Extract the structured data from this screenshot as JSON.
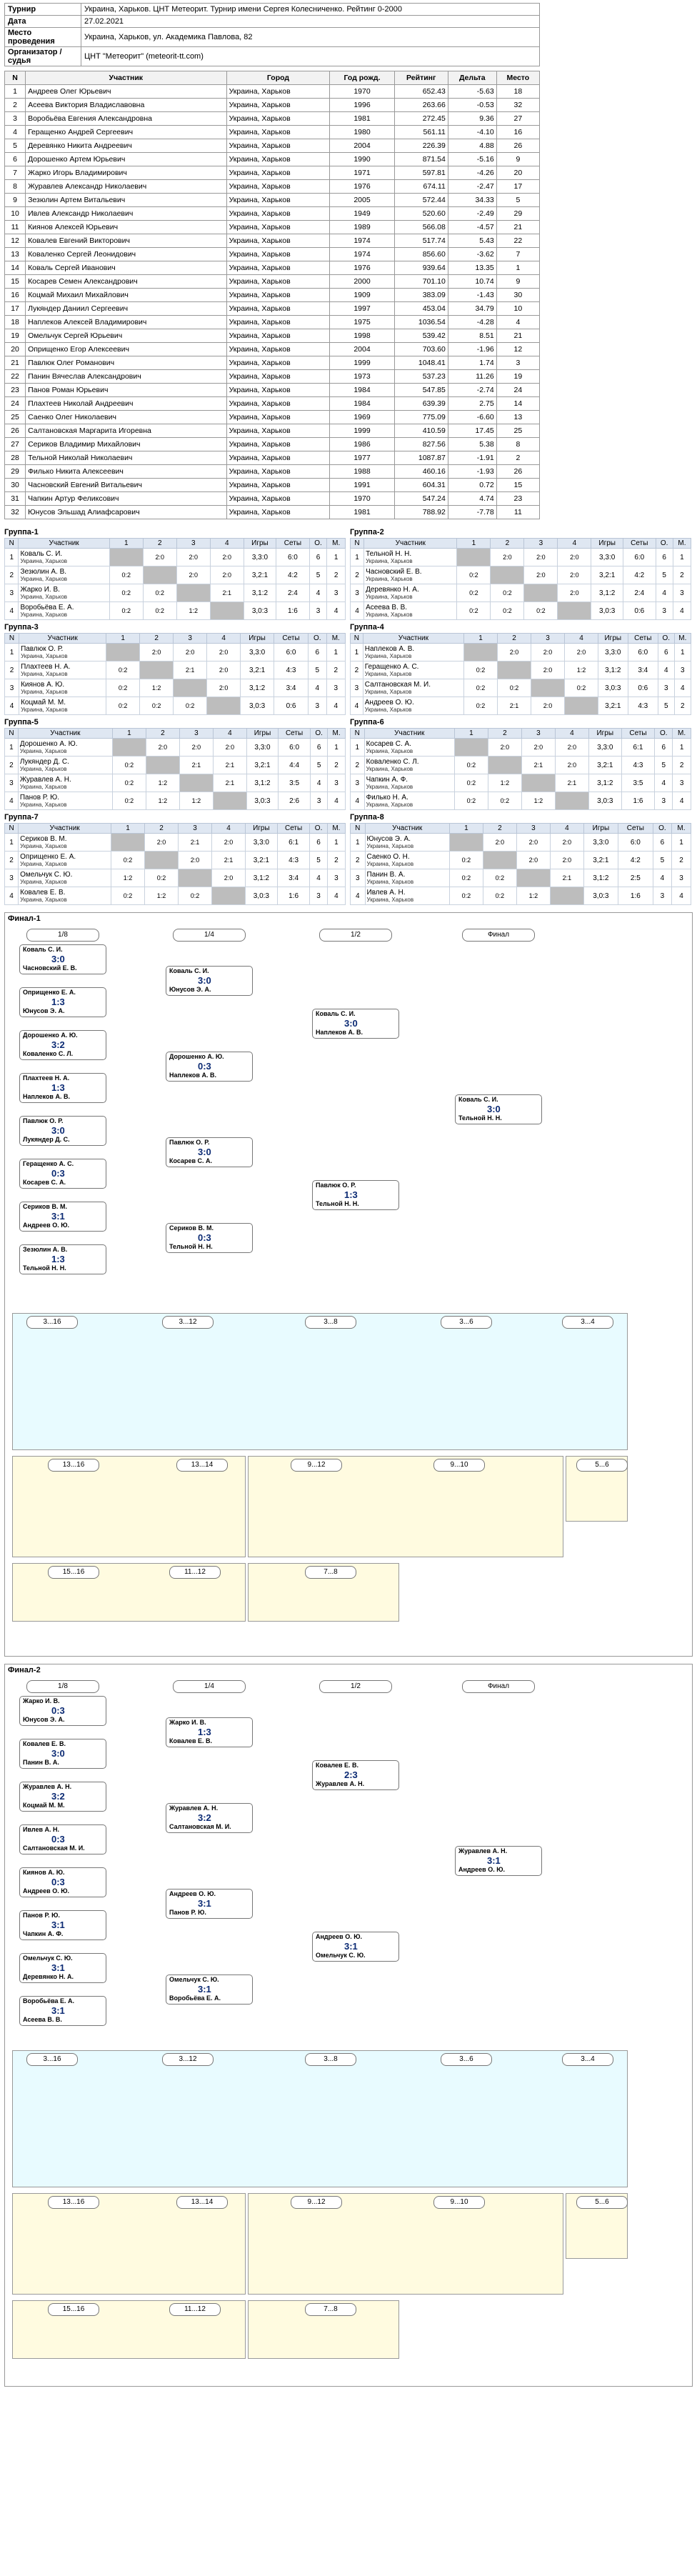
{
  "info": [
    {
      "k": "Турнир",
      "v": "Украина, Харьков. ЦНТ Метеорит. Турнир имени Сергея Колесниченко. Рейтинг 0-2000"
    },
    {
      "k": "Дата",
      "v": "27.02.2021"
    },
    {
      "k": "Место проведения",
      "v": "Украина, Харьков, ул. Академика Павлова, 82"
    },
    {
      "k": "Организатор / судья",
      "v": "ЦНТ \"Метеорит\" (meteorit-tt.com)"
    }
  ],
  "participants_headers": [
    "N",
    "Участник",
    "Город",
    "Год рожд.",
    "Рейтинг",
    "Дельта",
    "Место"
  ],
  "participants": [
    [
      "1",
      "Андреев Олег Юрьевич",
      "Украина, Харьков",
      "1970",
      "652.43",
      "-5.63",
      "18"
    ],
    [
      "2",
      "Асеева Виктория Владиславовна",
      "Украина, Харьков",
      "1996",
      "263.66",
      "-0.53",
      "32"
    ],
    [
      "3",
      "Воробьёва Евгения Александровна",
      "Украина, Харьков",
      "1981",
      "272.45",
      "9.36",
      "27"
    ],
    [
      "4",
      "Геращенко Андрей Сергеевич",
      "Украина, Харьков",
      "1980",
      "561.11",
      "-4.10",
      "16"
    ],
    [
      "5",
      "Деревянко Никита Андреевич",
      "Украина, Харьков",
      "2004",
      "226.39",
      "4.88",
      "26"
    ],
    [
      "6",
      "Дорошенко Артем Юрьевич",
      "Украина, Харьков",
      "1990",
      "871.54",
      "-5.16",
      "9"
    ],
    [
      "7",
      "Жарко Игорь Владимирович",
      "Украина, Харьков",
      "1971",
      "597.81",
      "-4.26",
      "20"
    ],
    [
      "8",
      "Журавлев Александр Николаевич",
      "Украина, Харьков",
      "1976",
      "674.11",
      "-2.47",
      "17"
    ],
    [
      "9",
      "Зезюлин Артем Витальевич",
      "Украина, Харьков",
      "2005",
      "572.44",
      "34.33",
      "5"
    ],
    [
      "10",
      "Ивлев Александр Николаевич",
      "Украина, Харьков",
      "1949",
      "520.60",
      "-2.49",
      "29"
    ],
    [
      "11",
      "Киянов Алексей Юрьевич",
      "Украина, Харьков",
      "1989",
      "566.08",
      "-4.57",
      "21"
    ],
    [
      "12",
      "Ковалев Евгений Викторович",
      "Украина, Харьков",
      "1974",
      "517.74",
      "5.43",
      "22"
    ],
    [
      "13",
      "Коваленко Сергей Леонидович",
      "Украина, Харьков",
      "1974",
      "856.60",
      "-3.62",
      "7"
    ],
    [
      "14",
      "Коваль Сергей Иванович",
      "Украина, Харьков",
      "1976",
      "939.64",
      "13.35",
      "1"
    ],
    [
      "15",
      "Косарев Семен Александрович",
      "Украина, Харьков",
      "2000",
      "701.10",
      "10.74",
      "9"
    ],
    [
      "16",
      "Коцмай Михаил Михайлович",
      "Украина, Харьков",
      "1909",
      "383.09",
      "-1.43",
      "30"
    ],
    [
      "17",
      "Лукяндер Даниил Сергеевич",
      "Украина, Харьков",
      "1997",
      "453.04",
      "34.79",
      "10"
    ],
    [
      "18",
      "Наплеков Алексей Владимирович",
      "Украина, Харьков",
      "1975",
      "1036.54",
      "-4.28",
      "4"
    ],
    [
      "19",
      "Омельчук Сергей Юрьевич",
      "Украина, Харьков",
      "1998",
      "539.42",
      "8.51",
      "21"
    ],
    [
      "20",
      "Оприщенко Егор Алексеевич",
      "Украина, Харьков",
      "2004",
      "703.60",
      "-1.96",
      "12"
    ],
    [
      "21",
      "Павлюк Олег Романович",
      "Украина, Харьков",
      "1999",
      "1048.41",
      "1.74",
      "3"
    ],
    [
      "22",
      "Панин Вячеслав Александрович",
      "Украина, Харьков",
      "1973",
      "537.23",
      "11.26",
      "19"
    ],
    [
      "23",
      "Панов Роман Юрьевич",
      "Украина, Харьков",
      "1984",
      "547.85",
      "-2.74",
      "24"
    ],
    [
      "24",
      "Плахтеев Николай Андреевич",
      "Украина, Харьков",
      "1984",
      "639.39",
      "2.75",
      "14"
    ],
    [
      "25",
      "Саенко Олег Николаевич",
      "Украина, Харьков",
      "1969",
      "775.09",
      "-6.60",
      "13"
    ],
    [
      "26",
      "Салтановская Маргарита Игоревна",
      "Украина, Харьков",
      "1999",
      "410.59",
      "17.45",
      "25"
    ],
    [
      "27",
      "Сериков Владимир Михайлович",
      "Украина, Харьков",
      "1986",
      "827.56",
      "5.38",
      "8"
    ],
    [
      "28",
      "Тельной Николай Николаевич",
      "Украина, Харьков",
      "1977",
      "1087.87",
      "-1.91",
      "2"
    ],
    [
      "29",
      "Филько Никита Алексеевич",
      "Украина, Харьков",
      "1988",
      "460.16",
      "-1.93",
      "26"
    ],
    [
      "30",
      "Часновский Евгений Витальевич",
      "Украина, Харьков",
      "1991",
      "604.31",
      "0.72",
      "15"
    ],
    [
      "31",
      "Чапкин Артур Феликсович",
      "Украина, Харьков",
      "1970",
      "547.24",
      "4.74",
      "23"
    ],
    [
      "32",
      "Юнусов Эльшад Алиафсарович",
      "Украина, Харьков",
      "1981",
      "788.92",
      "-7.78",
      "11"
    ]
  ],
  "group_headers": [
    "N",
    "Участник",
    "1",
    "2",
    "3",
    "4",
    "Игры",
    "Сеты",
    "О.",
    "М."
  ],
  "groups": [
    {
      "title": "Группа-1",
      "rows": [
        {
          "n": "1",
          "name": "Коваль С. И.",
          "sub": "Украина, Харьков",
          "cells": [
            "",
            "2:0",
            "2:0",
            "2:0"
          ],
          "g": "3,3:0",
          "s": "6:0",
          "o": "6",
          "m": "1"
        },
        {
          "n": "2",
          "name": "Зезюлин А. В.",
          "sub": "Украина, Харьков",
          "cells": [
            "0:2",
            "",
            "2:0",
            "2:0"
          ],
          "g": "3,2:1",
          "s": "4:2",
          "o": "5",
          "m": "2"
        },
        {
          "n": "3",
          "name": "Жарко И. В.",
          "sub": "Украина, Харьков",
          "cells": [
            "0:2",
            "0:2",
            "",
            "2:1"
          ],
          "g": "3,1:2",
          "s": "2:4",
          "o": "4",
          "m": "3"
        },
        {
          "n": "4",
          "name": "Воробьёва Е. А.",
          "sub": "Украина, Харьков",
          "cells": [
            "0:2",
            "0:2",
            "1:2",
            ""
          ],
          "g": "3,0:3",
          "s": "1:6",
          "o": "3",
          "m": "4"
        }
      ]
    },
    {
      "title": "Группа-2",
      "rows": [
        {
          "n": "1",
          "name": "Тельной Н. Н.",
          "sub": "Украина, Харьков",
          "cells": [
            "",
            "2:0",
            "2:0",
            "2:0"
          ],
          "g": "3,3:0",
          "s": "6:0",
          "o": "6",
          "m": "1"
        },
        {
          "n": "2",
          "name": "Часновский Е. В.",
          "sub": "Украина, Харьков",
          "cells": [
            "0:2",
            "",
            "2:0",
            "2:0"
          ],
          "g": "3,2:1",
          "s": "4:2",
          "o": "5",
          "m": "2"
        },
        {
          "n": "3",
          "name": "Деревянко Н. А.",
          "sub": "Украина, Харьков",
          "cells": [
            "0:2",
            "0:2",
            "",
            "2:0"
          ],
          "g": "3,1:2",
          "s": "2:4",
          "o": "4",
          "m": "3"
        },
        {
          "n": "4",
          "name": "Асеева В. В.",
          "sub": "Украина, Харьков",
          "cells": [
            "0:2",
            "0:2",
            "0:2",
            ""
          ],
          "g": "3,0:3",
          "s": "0:6",
          "o": "3",
          "m": "4"
        }
      ]
    },
    {
      "title": "Группа-3",
      "rows": [
        {
          "n": "1",
          "name": "Павлюк О. Р.",
          "sub": "Украина, Харьков",
          "cells": [
            "",
            "2:0",
            "2:0",
            "2:0"
          ],
          "g": "3,3:0",
          "s": "6:0",
          "o": "6",
          "m": "1"
        },
        {
          "n": "2",
          "name": "Плахтеев Н. А.",
          "sub": "Украина, Харьков",
          "cells": [
            "0:2",
            "",
            "2:1",
            "2:0"
          ],
          "g": "3,2:1",
          "s": "4:3",
          "o": "5",
          "m": "2"
        },
        {
          "n": "3",
          "name": "Киянов А. Ю.",
          "sub": "Украина, Харьков",
          "cells": [
            "0:2",
            "1:2",
            "",
            "2:0"
          ],
          "g": "3,1:2",
          "s": "3:4",
          "o": "4",
          "m": "3"
        },
        {
          "n": "4",
          "name": "Коцмай М. М.",
          "sub": "Украина, Харьков",
          "cells": [
            "0:2",
            "0:2",
            "0:2",
            ""
          ],
          "g": "3,0:3",
          "s": "0:6",
          "o": "3",
          "m": "4"
        }
      ]
    },
    {
      "title": "Группа-4",
      "rows": [
        {
          "n": "1",
          "name": "Наплеков А. В.",
          "sub": "Украина, Харьков",
          "cells": [
            "",
            "2:0",
            "2:0",
            "2:0"
          ],
          "g": "3,3:0",
          "s": "6:0",
          "o": "6",
          "m": "1"
        },
        {
          "n": "2",
          "name": "Геращенко А. С.",
          "sub": "Украина, Харьков",
          "cells": [
            "0:2",
            "",
            "2:0",
            "1:2"
          ],
          "g": "3,1:2",
          "s": "3:4",
          "o": "4",
          "m": "3"
        },
        {
          "n": "3",
          "name": "Салтановская М. И.",
          "sub": "Украина, Харьков",
          "cells": [
            "0:2",
            "0:2",
            "",
            "0:2"
          ],
          "g": "3,0:3",
          "s": "0:6",
          "o": "3",
          "m": "4"
        },
        {
          "n": "4",
          "name": "Андреев О. Ю.",
          "sub": "Украина, Харьков",
          "cells": [
            "0:2",
            "2:1",
            "2:0",
            ""
          ],
          "g": "3,2:1",
          "s": "4:3",
          "o": "5",
          "m": "2"
        }
      ]
    },
    {
      "title": "Группа-5",
      "rows": [
        {
          "n": "1",
          "name": "Дорошенко А. Ю.",
          "sub": "Украина, Харьков",
          "cells": [
            "",
            "2:0",
            "2:0",
            "2:0"
          ],
          "g": "3,3:0",
          "s": "6:0",
          "o": "6",
          "m": "1"
        },
        {
          "n": "2",
          "name": "Лукяндер Д. С.",
          "sub": "Украина, Харьков",
          "cells": [
            "0:2",
            "",
            "2:1",
            "2:1"
          ],
          "g": "3,2:1",
          "s": "4:4",
          "o": "5",
          "m": "2"
        },
        {
          "n": "3",
          "name": "Журавлев А. Н.",
          "sub": "Украина, Харьков",
          "cells": [
            "0:2",
            "1:2",
            "",
            "2:1"
          ],
          "g": "3,1:2",
          "s": "3:5",
          "o": "4",
          "m": "3"
        },
        {
          "n": "4",
          "name": "Панов Р. Ю.",
          "sub": "Украина, Харьков",
          "cells": [
            "0:2",
            "1:2",
            "1:2",
            ""
          ],
          "g": "3,0:3",
          "s": "2:6",
          "o": "3",
          "m": "4"
        }
      ]
    },
    {
      "title": "Группа-6",
      "rows": [
        {
          "n": "1",
          "name": "Косарев С. А.",
          "sub": "Украина, Харьков",
          "cells": [
            "",
            "2:0",
            "2:0",
            "2:0"
          ],
          "g": "3,3:0",
          "s": "6:1",
          "o": "6",
          "m": "1"
        },
        {
          "n": "2",
          "name": "Коваленко С. Л.",
          "sub": "Украина, Харьков",
          "cells": [
            "0:2",
            "",
            "2:1",
            "2:0"
          ],
          "g": "3,2:1",
          "s": "4:3",
          "o": "5",
          "m": "2"
        },
        {
          "n": "3",
          "name": "Чапкин А. Ф.",
          "sub": "Украина, Харьков",
          "cells": [
            "0:2",
            "1:2",
            "",
            "2:1"
          ],
          "g": "3,1:2",
          "s": "3:5",
          "o": "4",
          "m": "3"
        },
        {
          "n": "4",
          "name": "Филько Н. А.",
          "sub": "Украина, Харьков",
          "cells": [
            "0:2",
            "0:2",
            "1:2",
            ""
          ],
          "g": "3,0:3",
          "s": "1:6",
          "o": "3",
          "m": "4"
        }
      ]
    },
    {
      "title": "Группа-7",
      "rows": [
        {
          "n": "1",
          "name": "Сериков В. М.",
          "sub": "Украина, Харьков",
          "cells": [
            "",
            "2:0",
            "2:1",
            "2:0"
          ],
          "g": "3,3:0",
          "s": "6:1",
          "o": "6",
          "m": "1"
        },
        {
          "n": "2",
          "name": "Оприщенко Е. А.",
          "sub": "Украина, Харьков",
          "cells": [
            "0:2",
            "",
            "2:0",
            "2:1"
          ],
          "g": "3,2:1",
          "s": "4:3",
          "o": "5",
          "m": "2"
        },
        {
          "n": "3",
          "name": "Омельчук С. Ю.",
          "sub": "Украина, Харьков",
          "cells": [
            "1:2",
            "0:2",
            "",
            "2:0"
          ],
          "g": "3,1:2",
          "s": "3:4",
          "o": "4",
          "m": "3"
        },
        {
          "n": "4",
          "name": "Ковалев Е. В.",
          "sub": "Украина, Харьков",
          "cells": [
            "0:2",
            "1:2",
            "0:2",
            ""
          ],
          "g": "3,0:3",
          "s": "1:6",
          "o": "3",
          "m": "4"
        }
      ]
    },
    {
      "title": "Группа-8",
      "rows": [
        {
          "n": "1",
          "name": "Юнусов Э. А.",
          "sub": "Украина, Харьков",
          "cells": [
            "",
            "2:0",
            "2:0",
            "2:0"
          ],
          "g": "3,3:0",
          "s": "6:0",
          "o": "6",
          "m": "1"
        },
        {
          "n": "2",
          "name": "Саенко О. Н.",
          "sub": "Украина, Харьков",
          "cells": [
            "0:2",
            "",
            "2:0",
            "2:0"
          ],
          "g": "3,2:1",
          "s": "4:2",
          "o": "5",
          "m": "2"
        },
        {
          "n": "3",
          "name": "Панин В. А.",
          "sub": "Украина, Харьков",
          "cells": [
            "0:2",
            "0:2",
            "",
            "2:1"
          ],
          "g": "3,1:2",
          "s": "2:5",
          "o": "4",
          "m": "3"
        },
        {
          "n": "4",
          "name": "Ивлев А. Н.",
          "sub": "Украина, Харьков",
          "cells": [
            "0:2",
            "0:2",
            "1:2",
            ""
          ],
          "g": "3,0:3",
          "s": "1:6",
          "o": "3",
          "m": "4"
        }
      ]
    }
  ],
  "final1": {
    "title": "Финал-1",
    "stages": [
      "1/8",
      "1/4",
      "1/2",
      "Финал"
    ],
    "r16": [
      [
        "Коваль С. И.",
        "Часновский Е. В.",
        "3:0"
      ],
      [
        "Оприщенко Е. А.",
        "Юнусов Э. А.",
        "1:3"
      ],
      [
        "Дорошенко А. Ю.",
        "Коваленко С. Л.",
        "3:2"
      ],
      [
        "Плахтеев Н. А.",
        "Наплеков А. В.",
        "1:3"
      ],
      [
        "Павлюк О. Р.",
        "Лукяндер Д. С.",
        "3:0"
      ],
      [
        "Геращенко А. С.",
        "Косарев С. А.",
        "0:3"
      ],
      [
        "Сериков В. М.",
        "Андреев О. Ю.",
        "3:1"
      ],
      [
        "Зезюлин А. В.",
        "Тельной Н. Н.",
        "1:3"
      ]
    ],
    "qf": [
      [
        "Коваль С. И.",
        "Юнусов Э. А.",
        "3:0"
      ],
      [
        "Дорошенко А. Ю.",
        "Наплеков А. В.",
        "0:3"
      ],
      [
        "Павлюк О. Р.",
        "Косарев С. А.",
        "3:0"
      ],
      [
        "Сериков В. М.",
        "Тельной Н. Н.",
        "0:3"
      ]
    ],
    "sf": [
      [
        "Коваль С. И.",
        "Наплеков А. В.",
        "3:0"
      ],
      [
        "Павлюк О. Р.",
        "Тельной Н. Н.",
        "1:3"
      ]
    ],
    "final": [
      "Коваль С. И.",
      "Тельной Н. Н.",
      "3:0"
    ],
    "zones": [
      "3...16",
      "3...12",
      "3...8",
      "3...6",
      "3...4",
      "13...16",
      "13...14",
      "9...12",
      "9...10",
      "5...6",
      "15...16",
      "11...12",
      "7...8"
    ]
  },
  "final2": {
    "title": "Финал-2",
    "stages": [
      "1/8",
      "1/4",
      "1/2",
      "Финал"
    ],
    "r16": [
      [
        "Жарко И. В.",
        "Юнусов Э. А.",
        "0:3"
      ],
      [
        "Ковалев Е. В.",
        "Панин В. А.",
        "3:0"
      ],
      [
        "Журавлев А. Н.",
        "Коцмай М. М.",
        "3:2"
      ],
      [
        "Ивлев А. Н.",
        "Салтановская М. И.",
        "0:3"
      ],
      [
        "Киянов А. Ю.",
        "Андреев О. Ю.",
        "0:3"
      ],
      [
        "Панов Р. Ю.",
        "Чапкин А. Ф.",
        "3:1"
      ],
      [
        "Омельчук С. Ю.",
        "Деревянко Н. А.",
        "3:1"
      ],
      [
        "Воробьёва Е. А.",
        "Асеева В. В.",
        "3:1"
      ]
    ],
    "qf": [
      [
        "Жарко И. В.",
        "Ковалев Е. В.",
        "1:3"
      ],
      [
        "Журавлев А. Н.",
        "Салтановская М. И.",
        "3:2"
      ],
      [
        "Андреев О. Ю.",
        "Панов Р. Ю.",
        "3:1"
      ],
      [
        "Омельчук С. Ю.",
        "Воробьёва Е. А.",
        "3:1"
      ]
    ],
    "sf": [
      [
        "Ковалев Е. В.",
        "Журавлев А. Н.",
        "2:3"
      ],
      [
        "Андреев О. Ю.",
        "Омельчук С. Ю.",
        "3:1"
      ]
    ],
    "final": [
      "Журавлев А. Н.",
      "Андреев О. Ю.",
      "3:1"
    ],
    "zones": [
      "3...16",
      "3...12",
      "3...8",
      "3...6",
      "3...4",
      "13...16",
      "13...14",
      "9...12",
      "9...10",
      "5...6",
      "15...16",
      "11...12",
      "7...8"
    ]
  }
}
